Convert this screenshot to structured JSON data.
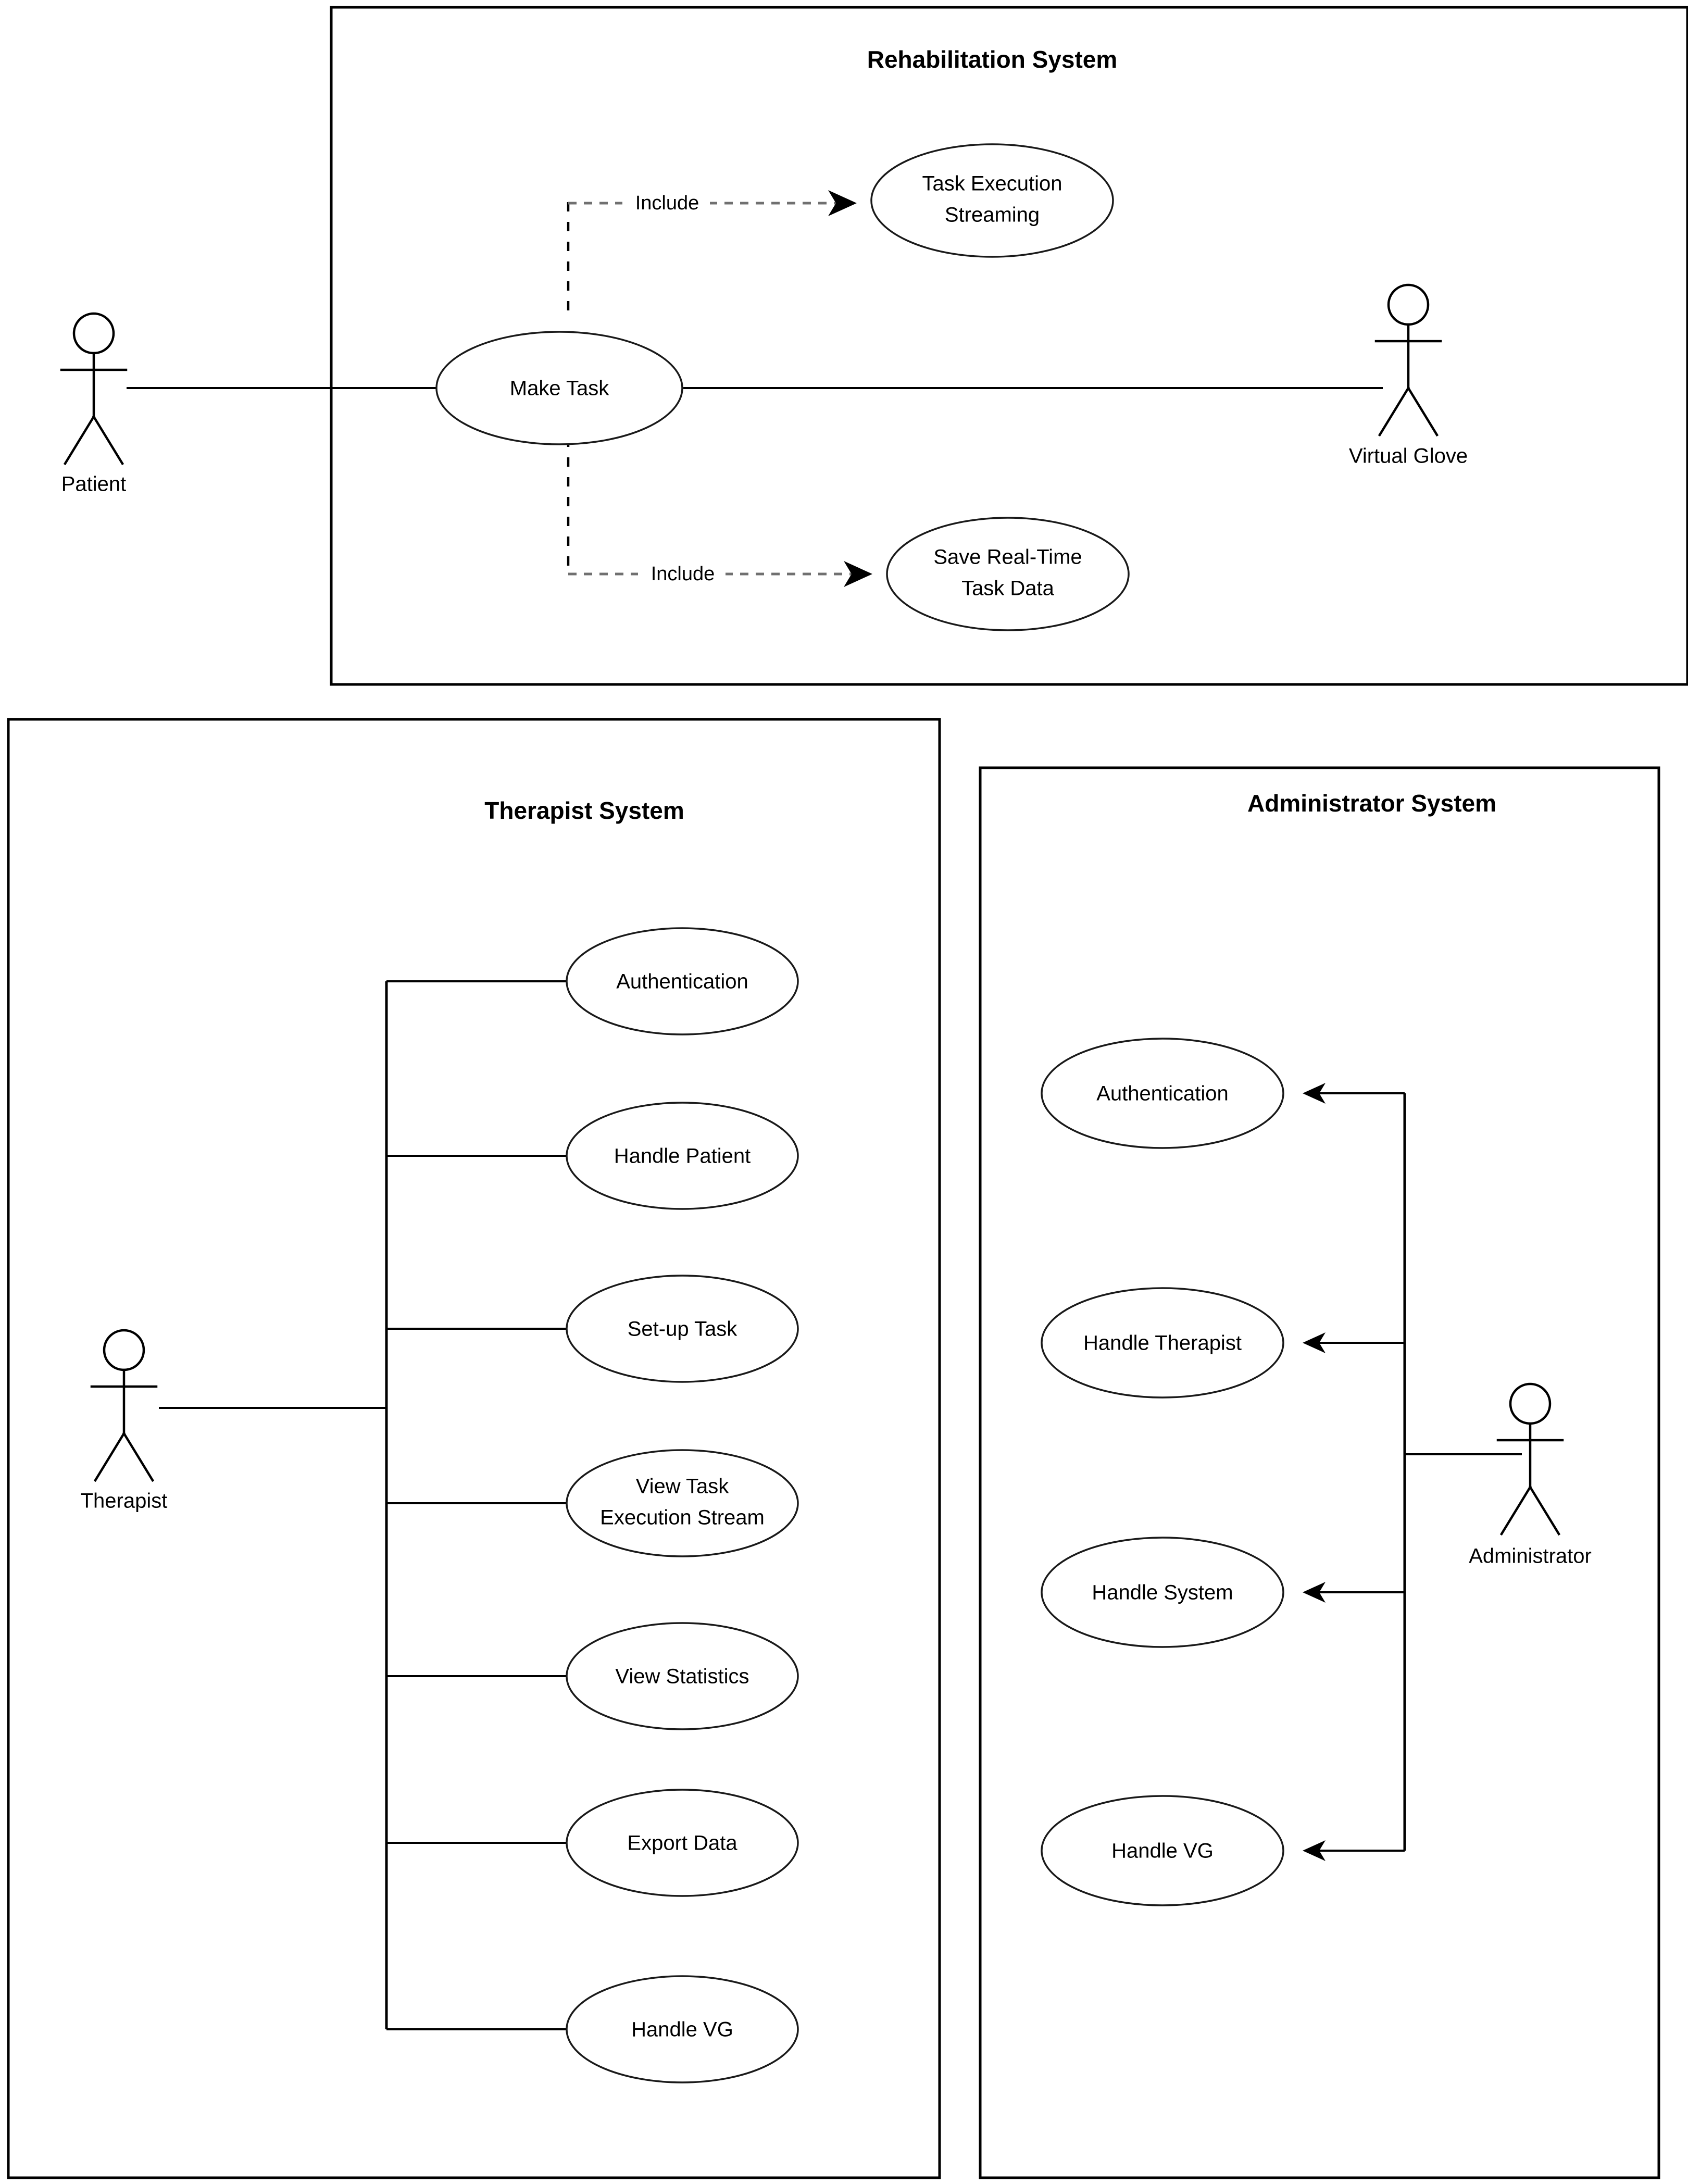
{
  "diagram": {
    "kind": "uml-use-case-diagram",
    "background": "#ffffff",
    "line_color": "#000000",
    "include_line_color": "#707070"
  },
  "systems": [
    {
      "id": "rehabilitation",
      "title": "Rehabilitation System"
    },
    {
      "id": "therapist",
      "title": "Therapist System"
    },
    {
      "id": "administrator",
      "title": "Administrator System"
    }
  ],
  "actors": [
    {
      "id": "patient",
      "label": "Patient"
    },
    {
      "id": "virtual-glove",
      "label": "Virtual Glove"
    },
    {
      "id": "therapist-actor",
      "label": "Therapist"
    },
    {
      "id": "administrator-actor",
      "label": "Administrator"
    }
  ],
  "rehabilitation_use_cases": [
    {
      "id": "make-task",
      "label": "Make Task",
      "lines": [
        "Make Task"
      ]
    },
    {
      "id": "task-execution-streaming",
      "label": "Task Execution Streaming",
      "lines": [
        "Task Execution",
        "Streaming"
      ]
    },
    {
      "id": "save-real-time-task-data",
      "label": "Save Real-Time Task Data",
      "lines": [
        "Save Real-Time",
        "Task Data"
      ]
    }
  ],
  "therapist_use_cases": [
    {
      "id": "t-authentication",
      "label": "Authentication",
      "lines": [
        "Authentication"
      ]
    },
    {
      "id": "t-handle-patient",
      "label": "Handle Patient",
      "lines": [
        "Handle Patient"
      ]
    },
    {
      "id": "t-set-up-task",
      "label": "Set-up Task",
      "lines": [
        "Set-up Task"
      ]
    },
    {
      "id": "t-view-task-execution-stream",
      "label": "View Task Execution Stream",
      "lines": [
        "View Task",
        "Execution Stream"
      ]
    },
    {
      "id": "t-view-statistics",
      "label": "View Statistics",
      "lines": [
        "View Statistics"
      ]
    },
    {
      "id": "t-export-data",
      "label": "Export Data",
      "lines": [
        "Export Data"
      ]
    },
    {
      "id": "t-handle-vg",
      "label": "Handle VG",
      "lines": [
        "Handle VG"
      ]
    }
  ],
  "administrator_use_cases": [
    {
      "id": "a-authentication",
      "label": "Authentication",
      "lines": [
        "Authentication"
      ]
    },
    {
      "id": "a-handle-therapist",
      "label": "Handle Therapist",
      "lines": [
        "Handle Therapist"
      ]
    },
    {
      "id": "a-handle-system",
      "label": "Handle System",
      "lines": [
        "Handle System"
      ]
    },
    {
      "id": "a-handle-vg",
      "label": "Handle VG",
      "lines": [
        "Handle VG"
      ]
    }
  ],
  "relationships": {
    "include_label": "Include",
    "includes": [
      {
        "from": "make-task",
        "to": "task-execution-streaming",
        "label": "Include"
      },
      {
        "from": "make-task",
        "to": "save-real-time-task-data",
        "label": "Include"
      }
    ],
    "associations": [
      {
        "actor": "patient",
        "use_case": "make-task"
      },
      {
        "actor": "virtual-glove",
        "use_case": "make-task"
      },
      {
        "actor": "therapist-actor",
        "use_case": "t-authentication"
      },
      {
        "actor": "therapist-actor",
        "use_case": "t-handle-patient"
      },
      {
        "actor": "therapist-actor",
        "use_case": "t-set-up-task"
      },
      {
        "actor": "therapist-actor",
        "use_case": "t-view-task-execution-stream"
      },
      {
        "actor": "therapist-actor",
        "use_case": "t-view-statistics"
      },
      {
        "actor": "therapist-actor",
        "use_case": "t-export-data"
      },
      {
        "actor": "therapist-actor",
        "use_case": "t-handle-vg"
      },
      {
        "actor": "administrator-actor",
        "use_case": "a-authentication"
      },
      {
        "actor": "administrator-actor",
        "use_case": "a-handle-therapist"
      },
      {
        "actor": "administrator-actor",
        "use_case": "a-handle-system"
      },
      {
        "actor": "administrator-actor",
        "use_case": "a-handle-vg"
      }
    ]
  }
}
